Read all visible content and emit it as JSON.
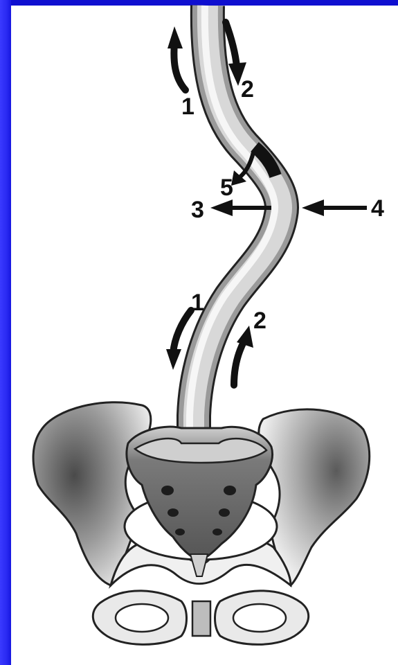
{
  "labels": {
    "top_left_1": "1",
    "top_right_2": "2",
    "five": "5",
    "three": "3",
    "four": "4",
    "lower_left_1": "1",
    "lower_right_2": "2"
  },
  "colors": {
    "frame": "#1f1ff5",
    "background": "#ffffff",
    "ink": "#111111",
    "bone_light": "#e4e4e4",
    "bone_dark": "#6c6c6c"
  }
}
